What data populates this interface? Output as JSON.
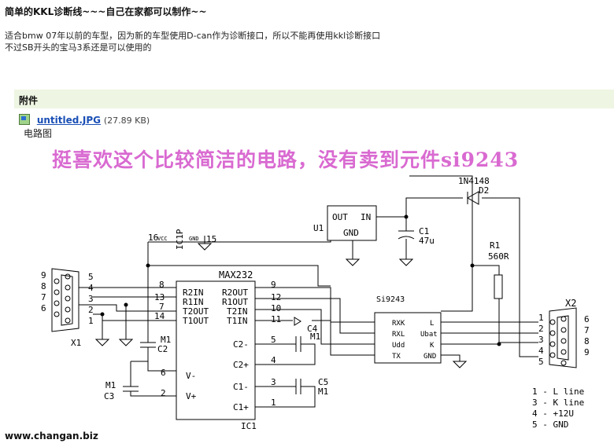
{
  "post": {
    "title": "简单的KKL诊断线~~~自己在家都可以制作~~",
    "line1": "适合bmw 07年以前的车型，因为新的车型使用D-can作为诊断接口，所以不能再使用kkl诊断接口",
    "line2": "不过SB开头的宝马3系还是可以使用的"
  },
  "attachment": {
    "header": "附件",
    "file_name": "untitled.JPG",
    "file_size": "(27.89 KB)",
    "caption": "电路图",
    "icon": "image-file-icon"
  },
  "overlay_text": "挺喜欢这个比较简洁的电路，没有卖到元件si9243",
  "watermark": "www.changan.biz",
  "circuit": {
    "ic1_name": "MAX232",
    "ic1_ref": "IC1",
    "ic1_left_pins": [
      "R2IN",
      "R1IN",
      "T2OUT",
      "T1OUT"
    ],
    "ic1_left_nums": [
      "8",
      "13",
      "7",
      "14"
    ],
    "ic1_right_pins": [
      "R2OUT",
      "R1OUT",
      "T2IN",
      "T1IN"
    ],
    "ic1_right_nums": [
      "9",
      "12",
      "10",
      "11"
    ],
    "ic1_cap_pins": [
      "C2-",
      "C2+",
      "C1-",
      "C1+"
    ],
    "ic1_cap_nums": [
      "5",
      "4",
      "3",
      "1"
    ],
    "ic1_v_pins": [
      "V-",
      "V+"
    ],
    "ic1_v_nums": [
      "6",
      "2"
    ],
    "vcc_label": "16",
    "vcc_small": "VCC",
    "gnd_label": "15",
    "gnd_small": "GND",
    "ic1p_label": "IC1P",
    "u1_out": "OUT",
    "u1_in": "IN",
    "u1_gnd": "GND",
    "u1_ref": "U1",
    "c1_name": "C1",
    "c1_val": "47u",
    "d2_part": "1N4148",
    "d2_ref": "D2",
    "r1_ref": "R1",
    "r1_val": "560R",
    "si_name": "Si9243",
    "si_left_pins": [
      "RXK",
      "RXL",
      "Udd",
      "TX"
    ],
    "si_right_pins": [
      "L",
      "Ubat",
      "K",
      "GND"
    ],
    "c2_val": "M1",
    "c2_ref": "C2",
    "c3_val": "M1",
    "c3_ref": "C3",
    "c4_ref": "C4",
    "c4_val": "M1",
    "c5_ref": "C5",
    "c5_val": "M1",
    "x1_ref": "X1",
    "x1_left_nums": [
      "9",
      "8",
      "7",
      "6"
    ],
    "x1_right_nums": [
      "5",
      "4",
      "3",
      "2",
      "1"
    ],
    "x2_ref": "X2",
    "x2_left_nums": [
      "1",
      "2",
      "3",
      "4",
      "5"
    ],
    "x2_right_nums": [
      "6",
      "7",
      "8",
      "9"
    ],
    "legend": [
      "1  -  L line",
      "3  -  K line",
      "4  -  +12U",
      "5  -  GND"
    ]
  }
}
